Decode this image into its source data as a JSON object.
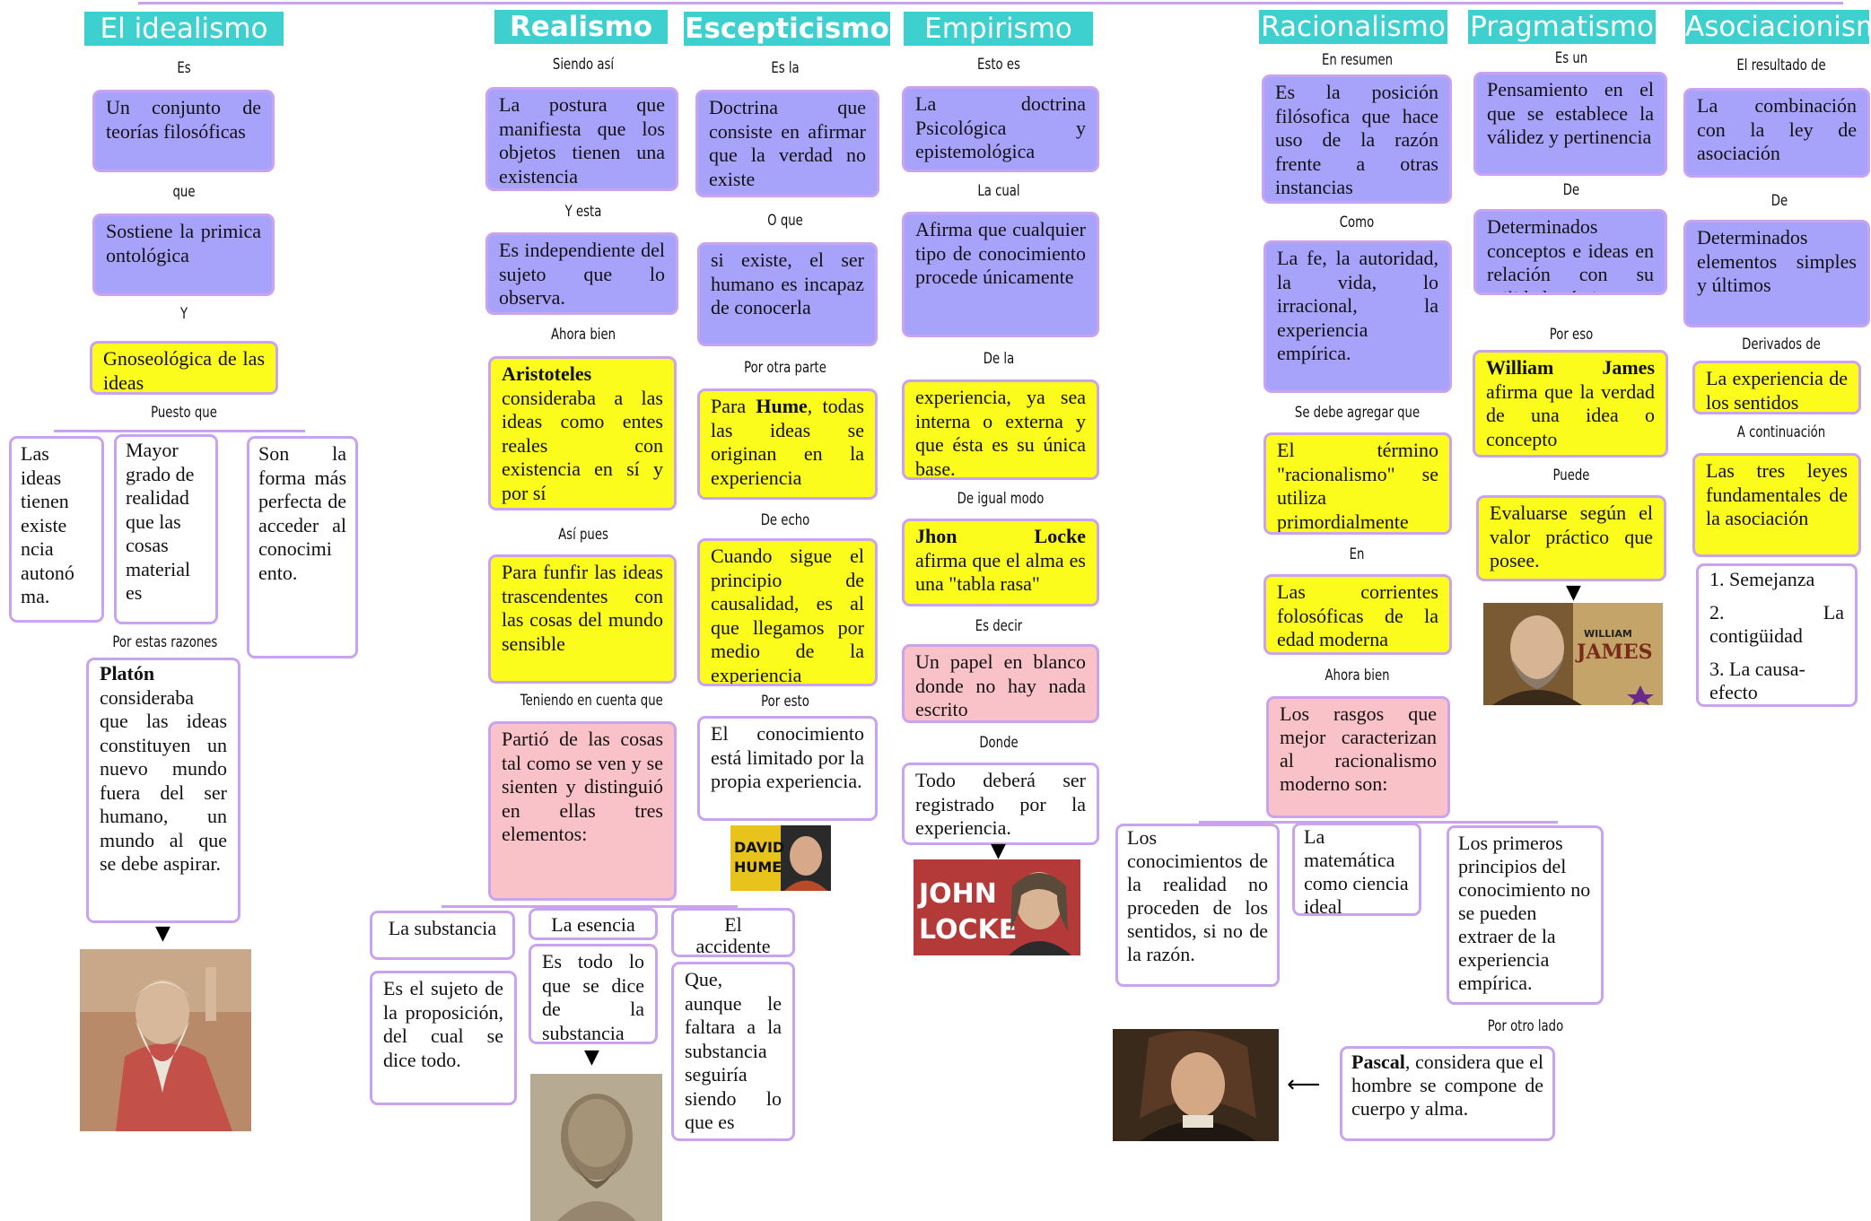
{
  "headers": {
    "idealismo": "El idealismo",
    "realismo": "Realismo",
    "escepticismo": "Escepticismo",
    "empirismo": "Empirismo",
    "racionalismo": "Racionalismo",
    "pragmatismo": "Pragmatismo",
    "asociacionismo": "Asociacionismo"
  },
  "idealismo": {
    "l1": "Es",
    "b1": "Un conjunto de teorías filosóficas",
    "l2": "que",
    "b2": "Sostiene la primica ontológica",
    "l3": "Y",
    "b3": "Gnoseológica de las ideas",
    "l4": "Puesto que",
    "b4": "Las ideas tienen existe ncia autonó ma.",
    "b5": "Mayor grado de realidad que las cosas material es",
    "b6": "Son la forma más perfecta de acceder al conocimi ento.",
    "l5": "Por estas razones",
    "b7_bold": "Platón",
    "b7_text": "consideraba que las ideas constituyen un nuevo mundo fuera del ser humano, un mundo al que se debe aspirar."
  },
  "realismo": {
    "l1": "Siendo así",
    "b1": "La postura que manifiesta que los objetos tienen una existencia",
    "l2": "Y esta",
    "b2": "Es independiente del sujeto que lo observa.",
    "l3": "Ahora bien",
    "b3_bold": "Aristoteles",
    "b3_text": "consideraba a las ideas como entes reales con existencia en sí y por sí",
    "l4": "Así pues",
    "b4": "Para funfir las ideas trascendentes con las cosas del mundo sensible",
    "l5": "Teniendo en cuenta que",
    "b5": "Partió de las cosas tal como se ven y se sienten y distinguió en ellas tres elementos:",
    "c1": "La substancia",
    "c2": "La esencia",
    "c3": "El accidente",
    "d1": "Es el sujeto de la proposición, del cual se dice todo.",
    "d2": "Es todo lo que se dice de la substancia",
    "d3": "Que, aunque le faltara a la substancia seguiría siendo lo que es"
  },
  "escepticismo": {
    "l1": "Es la",
    "b1": "Doctrina que consiste en afirmar que la verdad no existe",
    "l2": "O que",
    "b2": "si existe, el ser humano es incapaz de conocerla",
    "l3": "Por otra parte",
    "b3_pre": "Para",
    "b3_bold": "Hume",
    "b3_text": ", todas las ideas se originan en la experiencia",
    "l4": "De echo",
    "b4": "Cuando sigue el principio de causalidad, es al que llegamos por medio de la experiencia",
    "l5": "Por esto",
    "b5": "El conocimiento está limitado por la propia experiencia.",
    "img_text": "DAVID HUME"
  },
  "empirismo": {
    "l1": "Esto es",
    "b1": "La doctrina Psicológica y epistemológica",
    "l2": "La cual",
    "b2": "Afirma que cualquier tipo de conocimiento procede únicamente",
    "l3": "De la",
    "b3": "experiencia, ya sea interna o externa y que ésta es su única base.",
    "l4": "De igual modo",
    "b4_bold": "Jhon Locke",
    "b4_text": "afirma que el alma es una \"tabla rasa\"",
    "l5": "Es decir",
    "b5": "Un papel en blanco donde no hay nada escrito",
    "l6": "Donde",
    "b6": "Todo deberá ser registrado por la experiencia.",
    "img_text": "JOHN LOCKE"
  },
  "racionalismo": {
    "l1": "En resumen",
    "b1": "Es la posición filósofica que hace uso de la razón frente a otras instancias",
    "l2": "Como",
    "b2": "La fe, la autoridad, la vida, lo irracional, la experiencia empírica.",
    "l3": "Se debe agregar que",
    "b3": "El término \"racionalismo\" se utiliza primordialmente",
    "l4": "En",
    "b4": "Las corrientes folosóficas de la edad moderna",
    "l5": "Ahora bien",
    "b5": "Los rasgos que mejor caracterizan al racionalismo moderno son:",
    "c1": "Los conocimientos de la realidad no proceden de los sentidos, si no de la razón.",
    "c2": "La matemática como ciencia ideal",
    "c3": "Los primeros principios del conocimiento no se pueden extraer de la experiencia empírica.",
    "l6": "Por otro lado",
    "b6_bold": "Pascal",
    "b6_text": ", considera que el hombre se compone de cuerpo y alma."
  },
  "pragmatismo": {
    "l1": "Es un",
    "b1": "Pensamiento en el que se establece la válidez y pertinencia",
    "l2": "De",
    "b2": "Determinados conceptos e ideas en relación con su utilidad práctica.",
    "l3": "Por eso",
    "b3_bold": "William James",
    "b3_text": "afirma que la verdad de una idea o concepto",
    "l4": "Puede",
    "b4": "Evaluarse según el valor práctico que posee.",
    "img_text": "WILLIAM JAMES"
  },
  "asociacionismo": {
    "l1": "El resultado de",
    "b1": "La combinación con la ley de asociación",
    "l2": "De",
    "b2": "Determinados elementos simples y últimos",
    "l3": "Derivados de",
    "b3": "La experiencia de los sentidos",
    "l4": "A continuación",
    "b4": "Las tres leyes fundamentales de la asociación",
    "list": [
      "1. Semejanza",
      "2. La contigüidad",
      "3. La causa-efecto"
    ]
  },
  "colors": {
    "header": "#3ecfcf",
    "purple": "#a7a3fb",
    "yellow": "#fbfb1c",
    "pink": "#f9c2c8",
    "border": "#c9a3f0"
  }
}
